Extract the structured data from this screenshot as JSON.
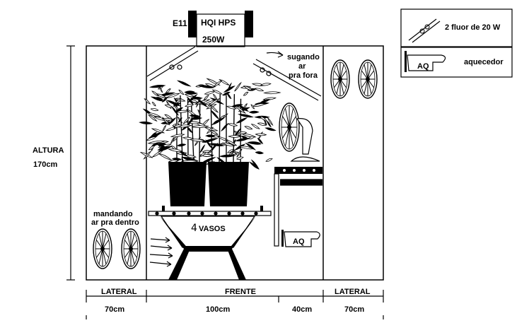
{
  "lamp": {
    "socket": "E11",
    "type": "HQI HPS",
    "power": "250W"
  },
  "legend": {
    "fluor": "2 fluor de 20 W",
    "heater": "aquecedor",
    "heater_tag": "AQ"
  },
  "labels": {
    "exhaust": [
      "sugando",
      "ar",
      "pra fora"
    ],
    "intake": [
      "mandando",
      "ar pra dentro"
    ],
    "height_title": "ALTURA",
    "height_value": "170cm",
    "pots_count": "4",
    "pots_word": "VASOS",
    "heater_box": "AQ"
  },
  "dimensions": {
    "sections": [
      "LATERAL",
      "FRENTE",
      "LATERAL"
    ],
    "widths": [
      "70cm",
      "100cm",
      "40cm",
      "70cm"
    ]
  }
}
